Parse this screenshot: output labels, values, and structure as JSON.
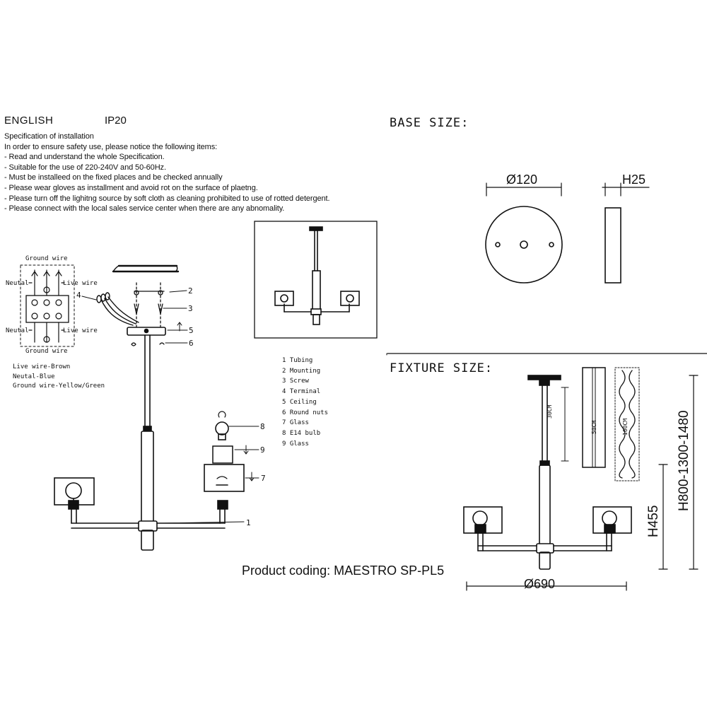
{
  "header": {
    "language": "ENGLISH",
    "ip_rating": "IP20"
  },
  "specification": {
    "title": "Specification of installation",
    "lines": [
      "In order to ensure safety use, please notice the following items:",
      "- Read and understand the whole Specification.",
      "- Suitable for the use of 220-240V and 50-60Hz.",
      "- Must be installeed on the fixed places and be checked annually",
      "- Please wear gloves as installment and avoid rot on the surface of plaetng.",
      "- Please turn off the lighitng source by soft cloth as cleaning prohibited to use of rotted detergent.",
      "- Please connect with the local sales service center when there are any abnomality."
    ]
  },
  "wiring": {
    "ground_top": "Ground wire",
    "neutral_top": "Neutal",
    "live_top": "Live wire",
    "neutral_bottom": "Neutal",
    "live_bottom": "Live wire",
    "ground_bottom": "Ground wire",
    "legend": [
      "Live wire-Brown",
      "Neutal-Blue",
      "Ground wire-Yellow/Green"
    ]
  },
  "parts": [
    "1 Tubing",
    "2 Mounting",
    "3 Screw",
    "4 Terminal",
    "5 Ceiling",
    "6 Round nuts",
    "7 Glass",
    "8 E14 bulb",
    "9 Glass"
  ],
  "callouts": [
    "1",
    "2",
    "3",
    "4",
    "5",
    "6",
    "7",
    "8",
    "9"
  ],
  "base_size": {
    "title": "BASE SIZE:",
    "diameter": "Ø120",
    "height": "H25"
  },
  "fixture_size": {
    "title": "FIXTURE SIZE:",
    "rod_30": "30CM",
    "rod_50": "50CM",
    "chain_100": "100CM",
    "height_body": "H455",
    "height_total": "H800-1300-1480",
    "diameter": "Ø690"
  },
  "product": {
    "coding": "Product coding: MAESTRO SP-PL5"
  }
}
